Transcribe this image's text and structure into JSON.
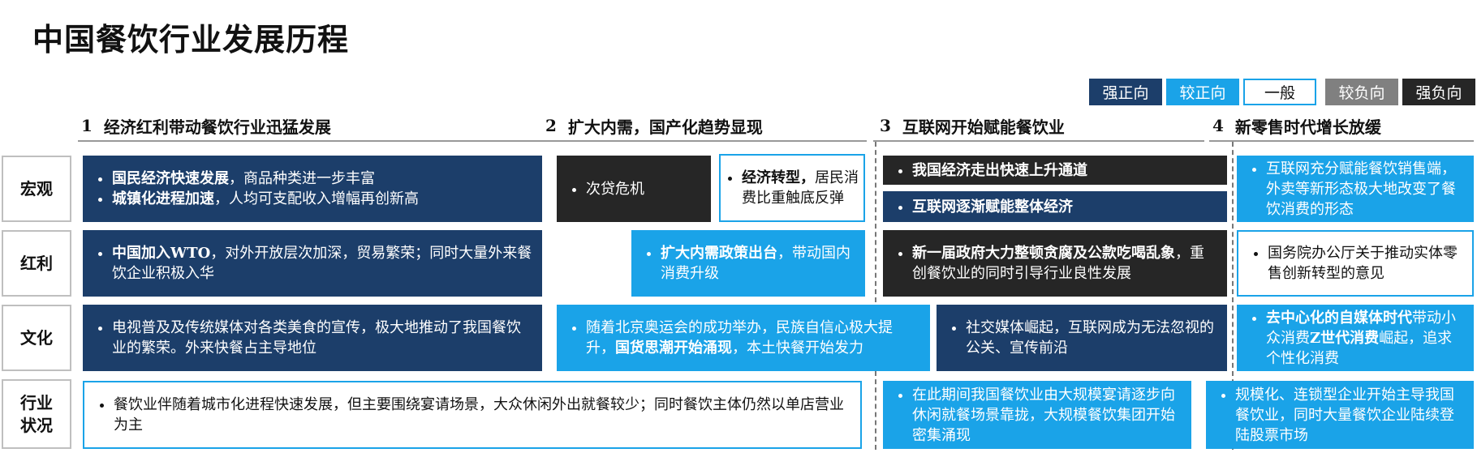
{
  "title": "中国餐饮行业发展历程",
  "legend": [
    "强正向",
    "较正向",
    "一般",
    "较负向",
    "强负向"
  ],
  "phases": [
    {
      "num": "1",
      "label": "经济红利带动餐饮行业迅猛发展"
    },
    {
      "num": "2",
      "label": "扩大内需，国产化趋势显现"
    },
    {
      "num": "3",
      "label": "互联网开始赋能餐饮业"
    },
    {
      "num": "4",
      "label": "新零售时代增长放缓"
    }
  ],
  "row_labels": [
    "宏观",
    "红利",
    "文化",
    "行业\n状况"
  ],
  "cells": {
    "macro_p1_a_bold": "国民经济快速发展",
    "macro_p1_a_rest": "，商品种类进一步丰富",
    "macro_p1_b_bold": "城镇化进程加速",
    "macro_p1_b_rest": "，人均可支配收入增幅再创新高",
    "macro_p2a": "次贷危机",
    "macro_p2b_bold": "经济转型，",
    "macro_p2b_rest": "居民消费比重触底反弹",
    "macro_p3a": "我国经济走出快速上升通道",
    "macro_p3b": "互联网逐渐赋能整体经济",
    "macro_p4": "互联网充分赋能餐饮销售端，外卖等新形态极大地改变了餐饮消费的形态",
    "bonus_p1_bold": "中国加入WTO",
    "bonus_p1_rest": "，对外开放层次加深，贸易繁荣；同时大量外来餐饮企业积极入华",
    "bonus_p2_bold": "扩大内需政策出台",
    "bonus_p2_rest": "，带动国内消费升级",
    "bonus_p3_bold": "新一届政府大力整顿贪腐及公款吃喝乱象",
    "bonus_p3_rest": "，重创餐饮业的同时引导行业良性发展",
    "bonus_p4": "国务院办公厅关于推动实体零售创新转型的意见",
    "culture_p1": "电视普及及传统媒体对各类美食的宣传，极大地推动了我国餐饮业的繁荣。外来快餐占主导地位",
    "culture_p2_a": "随着北京奥运会的成功举办，民族自信心极大提升，",
    "culture_p2_bold": "国货思潮开始涌现",
    "culture_p2_rest": "，本土快餐开始发力",
    "culture_p3": "社交媒体崛起，互联网成为无法忽视的公关、宣传前沿",
    "culture_p4_bold1": "去中心化的自媒体时代",
    "culture_p4_mid": "带动小众消费",
    "culture_p4_bold2": "Z世代消费",
    "culture_p4_rest": "崛起，追求个性化消费",
    "industry_p12": "餐饮业伴随着城市化进程快速发展，但主要围绕宴请场景，大众休闲外出就餐较少；同时餐饮主体仍然以单店营业为主",
    "industry_p3": "在此期间我国餐饮业由大规模宴请逐步向休闲就餐场景靠拢，大规模餐饮集团开始密集涌现",
    "industry_p4": "规模化、连锁型企业开始主导我国餐饮业，同时大量餐饮企业陆续登陆股票市场"
  },
  "colors": {
    "strong_positive": "#1c3e6a",
    "positive": "#1aa3e8",
    "neutral": "#ffffff",
    "negative": "#808080",
    "strong_negative": "#262626"
  }
}
